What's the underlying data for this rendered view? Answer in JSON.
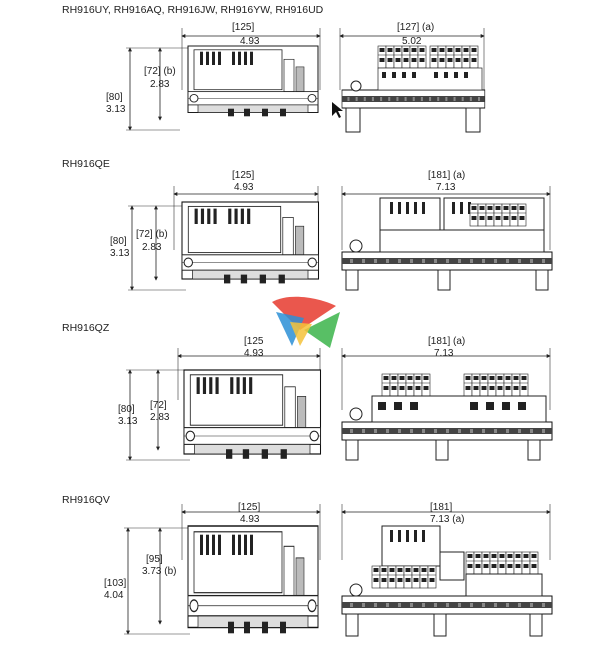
{
  "sections": [
    {
      "title": "RH916UY, RH916AQ, RH916JW, RH916YW, RH916UD",
      "width_a_mm": "[125]",
      "width_a_in": "4.93",
      "width_b_mm": "[127] (a)",
      "width_b_in": "5.02",
      "height_a_mm": "[72] (b)",
      "height_a_in": "2.83",
      "height_b_mm": "[80]",
      "height_b_in": "3.13"
    },
    {
      "title": "RH916QE",
      "width_a_mm": "[125]",
      "width_a_in": "4.93",
      "width_b_mm": "[181] (a)",
      "width_b_in": "7.13",
      "height_a_mm": "[72] (b)",
      "height_a_in": "2.83",
      "height_b_mm": "[80]",
      "height_b_in": "3.13"
    },
    {
      "title": "RH916QZ",
      "width_a_mm": "[125",
      "width_a_in": "4.93",
      "width_b_mm": "[181] (a)",
      "width_b_in": "7.13",
      "height_a_mm": "[72]",
      "height_a_in": "2.83",
      "height_b_mm": "[80]",
      "height_b_in": "3.13"
    },
    {
      "title": "RH916QV",
      "width_a_mm": "[125]",
      "width_a_in": "4.93",
      "width_b_mm": "[181]",
      "width_b_in": "7.13  (a)",
      "height_a_mm": "[95]",
      "height_a_in": "3.73 (b)",
      "height_b_mm": "[103]",
      "height_b_in": "4.04"
    }
  ]
}
